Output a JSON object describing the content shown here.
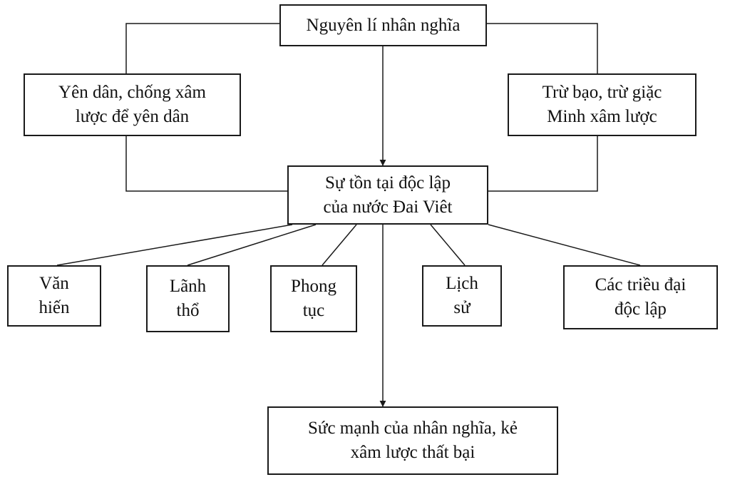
{
  "nodes": {
    "root": {
      "lines": [
        "Nguyên lí nhân nghĩa"
      ]
    },
    "left": {
      "lines": [
        "Yên dân, chống xâm",
        "lược để yên dân"
      ]
    },
    "right": {
      "lines": [
        "Trừ bạo, trừ giặc",
        "Minh xâm lược"
      ]
    },
    "center": {
      "lines": [
        "Sự tồn tại độc lập",
        "của nước Đai Viêt"
      ]
    },
    "van": {
      "lines": [
        "Văn",
        "hiến"
      ]
    },
    "lanh": {
      "lines": [
        "Lãnh",
        "thổ"
      ]
    },
    "phong": {
      "lines": [
        "Phong",
        "tục"
      ]
    },
    "lich": {
      "lines": [
        "Lịch",
        "sử"
      ]
    },
    "cac": {
      "lines": [
        "Các triều đại",
        "độc lập"
      ]
    },
    "bottom": {
      "lines": [
        "Sức mạnh của nhân nghĩa, kẻ",
        "xâm lược thất bại"
      ]
    }
  },
  "colors": {
    "line": "#1a1a1a",
    "border": "#1a1a1a",
    "text": "#111111",
    "background": "#ffffff"
  }
}
